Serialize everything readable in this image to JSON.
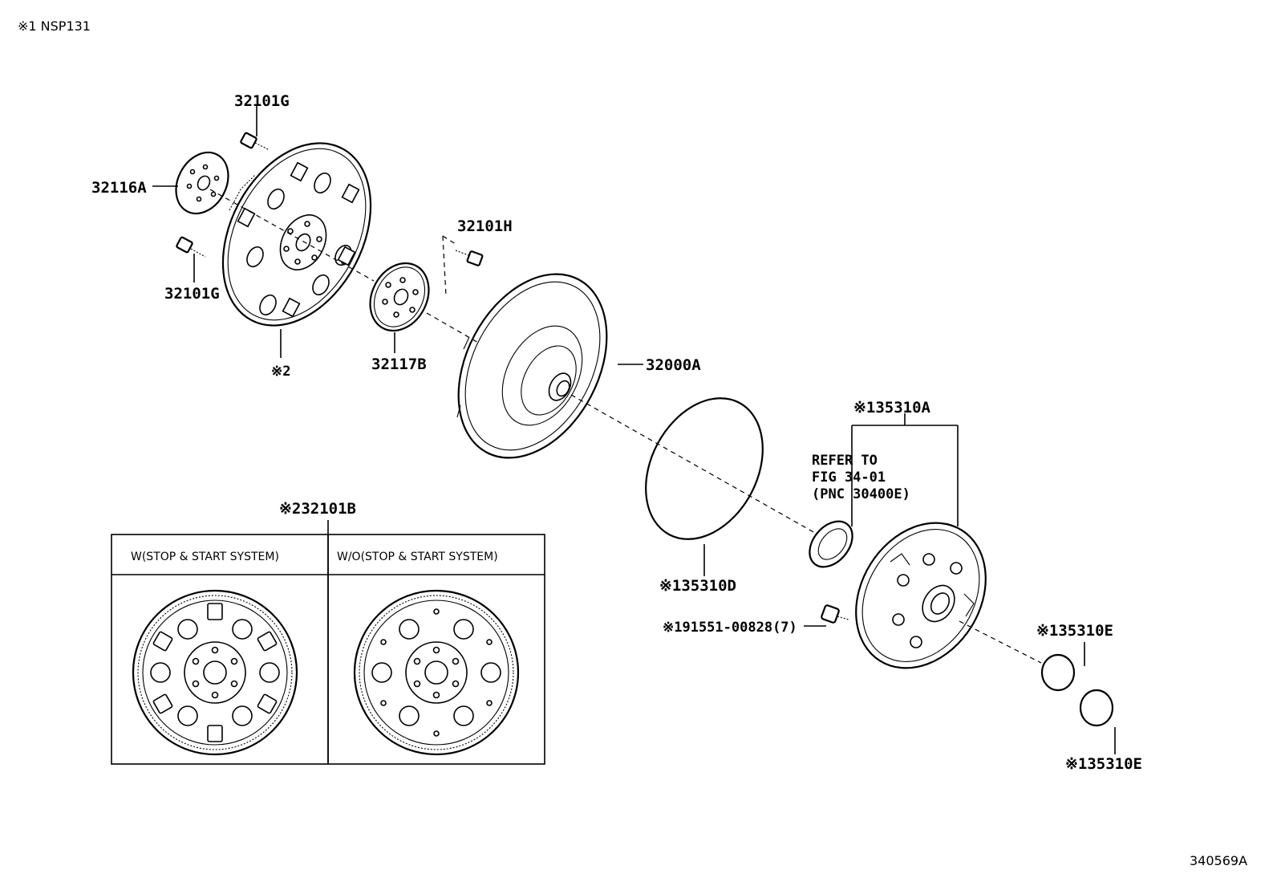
{
  "header": {
    "note": "※1 NSP131",
    "figure_id": "340569A"
  },
  "callouts": {
    "c_32101G_top": "32101G",
    "c_32116A": "32116A",
    "c_32101G_left": "32101G",
    "c_note2": "※2",
    "c_32117B": "32117B",
    "c_32101H": "32101H",
    "c_32000A": "32000A",
    "c_35310A": "※135310A",
    "c_refer_1": "REFER TO",
    "c_refer_2": "FIG 34-01",
    "c_refer_3": "(PNC 30400E)",
    "c_35310D": "※135310D",
    "c_91551": "※191551-00828(7)",
    "c_35310E_a": "※135310E",
    "c_35310E_b": "※135310E",
    "c_32101B": "※232101B"
  },
  "variant_table": {
    "col1_header": "W(STOP & START SYSTEM)",
    "col2_header": "W/O(STOP & START SYSTEM)"
  }
}
